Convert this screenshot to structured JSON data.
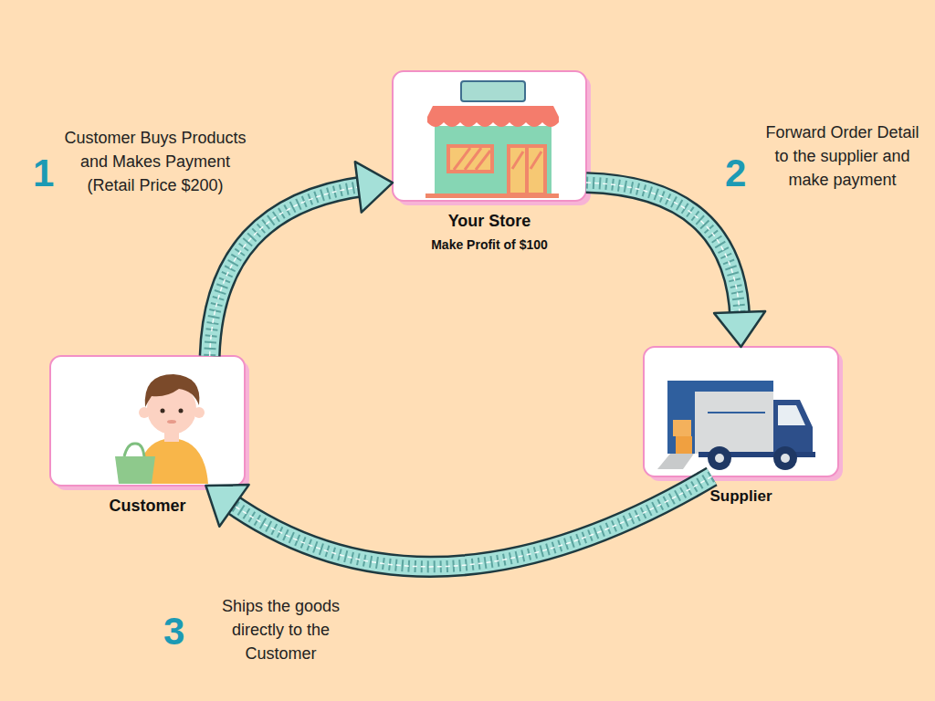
{
  "diagram": {
    "nodes": [
      {
        "text": [
          "Your Store",
          "Make Profit of $100"
        ]
      },
      {
        "text": [
          "Supplier"
        ]
      },
      {
        "text": [
          "Customer"
        ]
      }
    ],
    "edges": [
      {
        "from": 2,
        "to": 0,
        "arrow": "to",
        "label": "Customer Buys Products and Makes Payment (Retail Price $200)"
      },
      {
        "from": 0,
        "to": 1,
        "arrow": "to",
        "label": "Forward Order Detail to the supplier and make payment"
      },
      {
        "from": 1,
        "to": 2,
        "arrow": "to",
        "label": "Ships the goods directly to the Customer"
      }
    ],
    "labels": [
      "1",
      "2",
      "3"
    ]
  }
}
